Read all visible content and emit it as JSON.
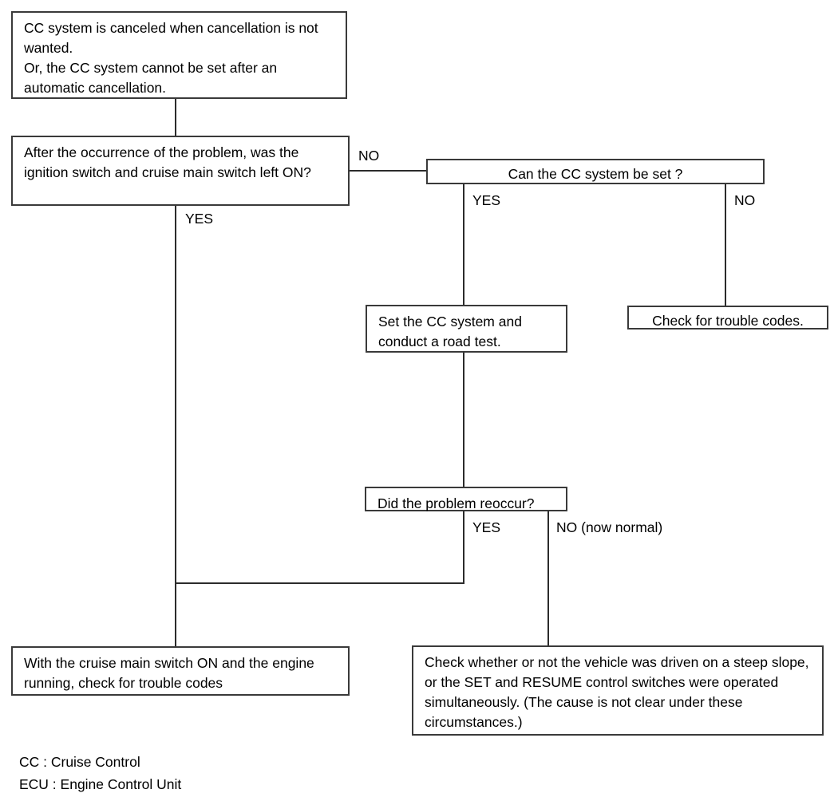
{
  "diagram": {
    "title": "CC System Cancellation Troubleshooting Flowchart",
    "line_color": "#2b2b2b",
    "border_color": "#3a3a3a",
    "background": "#ffffff"
  },
  "nodes": {
    "problem_statement": "CC system is canceled when cancellation is not wanted.\nOr, the CC system cannot be set after an automatic cancellation.",
    "question_ignition": "After the occurrence of the problem, was the ignition switch and cruise main switch left ON?",
    "question_can_set": "Can the CC system be set ?",
    "action_set_and_road_test": "Set the CC system and conduct a road test.",
    "action_check_trouble_codes": "Check for trouble codes.",
    "question_reoccur": "Did the problem reoccur?",
    "action_cruise_main_switch": "With the cruise main switch ON and the engine running, check for trouble codes",
    "action_check_steep_slope": "Check whether or not the vehicle was driven on a steep slope, or the SET and RESUME control switches were operated simultaneously. (The cause is not clear under these circumstances.)"
  },
  "edge_labels": {
    "ignition_no": "NO",
    "ignition_yes": "YES",
    "can_set_yes": "YES",
    "can_set_no": "NO",
    "reoccur_yes": "YES",
    "reoccur_no": "NO (now normal)"
  },
  "legend": {
    "line_1": "CC : Cruise Control",
    "line_2": "ECU : Engine Control Unit"
  }
}
